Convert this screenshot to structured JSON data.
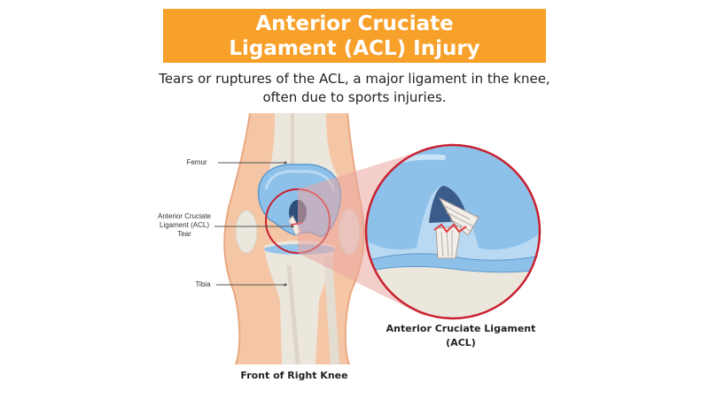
{
  "title": {
    "line1": "Anterior Cruciate",
    "line2": "Ligament (ACL) Injury"
  },
  "subtitle": {
    "line1": "Tears or ruptures of the ACL, a major ligament in the knee,",
    "line2": "often due to sports injuries."
  },
  "labels": {
    "femur": "Femur",
    "acl_tear_line1": "Anterior Cruciate",
    "acl_tear_line2": "Ligament (ACL)",
    "acl_tear_line3": "Tear",
    "tibia": "Tibia"
  },
  "captions": {
    "knee_view": "Front of Right Knee",
    "zoom_line1": "Anterior Cruciate Ligament",
    "zoom_line2": "(ACL)"
  },
  "colors": {
    "banner": "#F7A02A",
    "skin": "#F5C6A5",
    "bone": "#E9E4DA",
    "cartilage": "#7FB6E3",
    "highlight_ring": "#C8202F"
  }
}
